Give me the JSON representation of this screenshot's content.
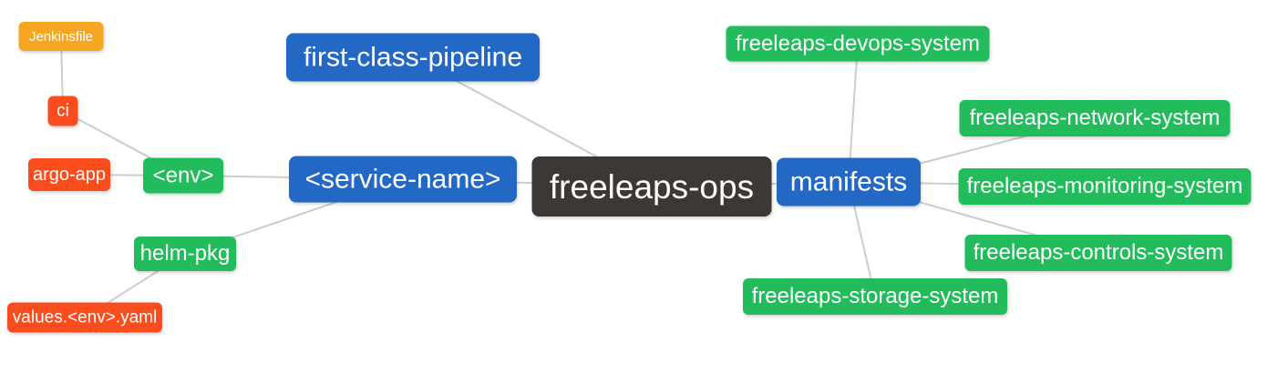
{
  "diagram": {
    "type": "mindmap",
    "root_label": "freeleaps-ops",
    "nodes": [
      {
        "id": "jenkinsfile",
        "label": "Jenkinsfile",
        "role": "file"
      },
      {
        "id": "ci",
        "label": "ci",
        "role": "artifact"
      },
      {
        "id": "argo-app",
        "label": "argo-app",
        "role": "artifact"
      },
      {
        "id": "env",
        "label": "<env>",
        "role": "module"
      },
      {
        "id": "helm-pkg",
        "label": "helm-pkg",
        "role": "module"
      },
      {
        "id": "values-env-yaml",
        "label": "values.<env>.yaml",
        "role": "artifact"
      },
      {
        "id": "first-class-pipeline",
        "label": "first-class-pipeline",
        "role": "branch"
      },
      {
        "id": "service-name",
        "label": "<service-name>",
        "role": "branch"
      },
      {
        "id": "freeleaps-ops",
        "label": "freeleaps-ops",
        "role": "root"
      },
      {
        "id": "manifests",
        "label": "manifests",
        "role": "branch"
      },
      {
        "id": "freeleaps-devops-system",
        "label": "freeleaps-devops-system",
        "role": "module"
      },
      {
        "id": "freeleaps-network-system",
        "label": "freeleaps-network-system",
        "role": "module"
      },
      {
        "id": "freeleaps-monitoring-system",
        "label": "freeleaps-monitoring-system",
        "role": "module"
      },
      {
        "id": "freeleaps-controls-system",
        "label": "freeleaps-controls-system",
        "role": "module"
      },
      {
        "id": "freeleaps-storage-system",
        "label": "freeleaps-storage-system",
        "role": "module"
      }
    ],
    "edges": [
      [
        "jenkinsfile",
        "ci"
      ],
      [
        "ci",
        "env"
      ],
      [
        "argo-app",
        "env"
      ],
      [
        "env",
        "service-name"
      ],
      [
        "helm-pkg",
        "service-name"
      ],
      [
        "values-env-yaml",
        "helm-pkg"
      ],
      [
        "first-class-pipeline",
        "freeleaps-ops"
      ],
      [
        "service-name",
        "freeleaps-ops"
      ],
      [
        "freeleaps-ops",
        "manifests"
      ],
      [
        "manifests",
        "freeleaps-devops-system"
      ],
      [
        "manifests",
        "freeleaps-network-system"
      ],
      [
        "manifests",
        "freeleaps-monitoring-system"
      ],
      [
        "manifests",
        "freeleaps-controls-system"
      ],
      [
        "manifests",
        "freeleaps-storage-system"
      ]
    ],
    "colors": {
      "root_bg": "#3c3836",
      "branch_bg": "#2268c4",
      "module_bg": "#23bc5c",
      "artifact_bg": "#f94d1d",
      "file_bg": "#f6a623",
      "edge": "#cccccc",
      "node_text": "#ffffff",
      "background": "#ffffff"
    }
  }
}
